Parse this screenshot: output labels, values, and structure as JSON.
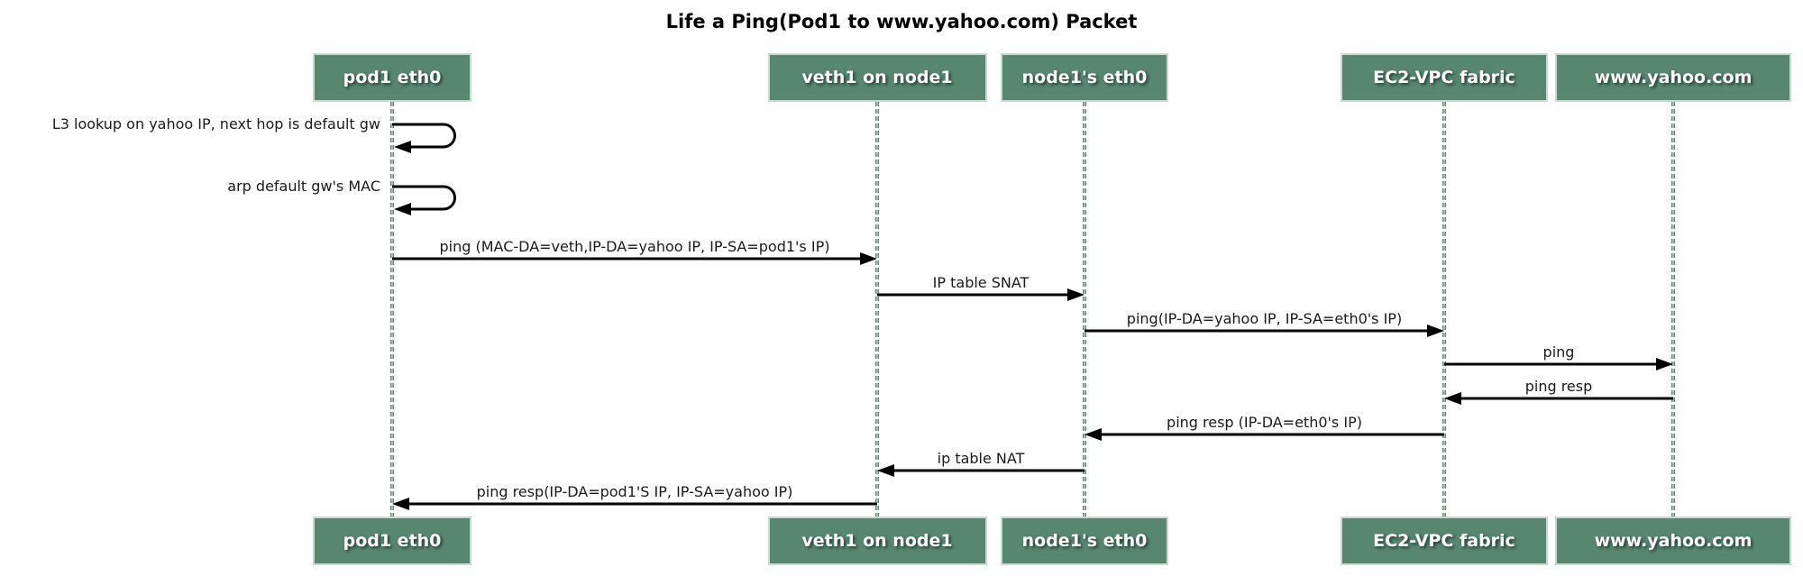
{
  "title": "Life a Ping(Pod1 to www.yahoo.com) Packet",
  "colors": {
    "box_fill": "#578671",
    "box_border": "#CDD7D2",
    "box_text": "#FFFFFF",
    "lifeline": "#5A8A74",
    "lifeline_core": "#E8F0EC",
    "arrow": "#000000",
    "label_text": "#1A1A1A",
    "background": "#FFFFFF"
  },
  "actors": [
    {
      "label": "pod1 eth0"
    },
    {
      "label": "veth1 on node1"
    },
    {
      "label": "node1's eth0"
    },
    {
      "label": "EC2-VPC fabric"
    },
    {
      "label": "www.yahoo.com"
    }
  ],
  "messages": [
    {
      "kind": "self",
      "actor": 0,
      "label": "L3 lookup on yahoo IP, next hop is default gw"
    },
    {
      "kind": "self",
      "actor": 0,
      "label": "arp default gw's MAC"
    },
    {
      "kind": "arrow",
      "from": 0,
      "to": 1,
      "label": "ping (MAC-DA=veth,IP-DA=yahoo IP, IP-SA=pod1's IP)"
    },
    {
      "kind": "arrow",
      "from": 1,
      "to": 2,
      "label": "IP table SNAT"
    },
    {
      "kind": "arrow",
      "from": 2,
      "to": 3,
      "label": "ping(IP-DA=yahoo IP, IP-SA=eth0's IP)"
    },
    {
      "kind": "arrow",
      "from": 3,
      "to": 4,
      "label": "ping"
    },
    {
      "kind": "arrow",
      "from": 4,
      "to": 3,
      "label": "ping resp"
    },
    {
      "kind": "arrow",
      "from": 3,
      "to": 2,
      "label": "ping resp (IP-DA=eth0's IP)"
    },
    {
      "kind": "arrow",
      "from": 2,
      "to": 1,
      "label": "ip table NAT"
    },
    {
      "kind": "arrow",
      "from": 1,
      "to": 0,
      "label": "ping resp(IP-DA=pod1'S IP, IP-SA=yahoo IP)"
    }
  ]
}
